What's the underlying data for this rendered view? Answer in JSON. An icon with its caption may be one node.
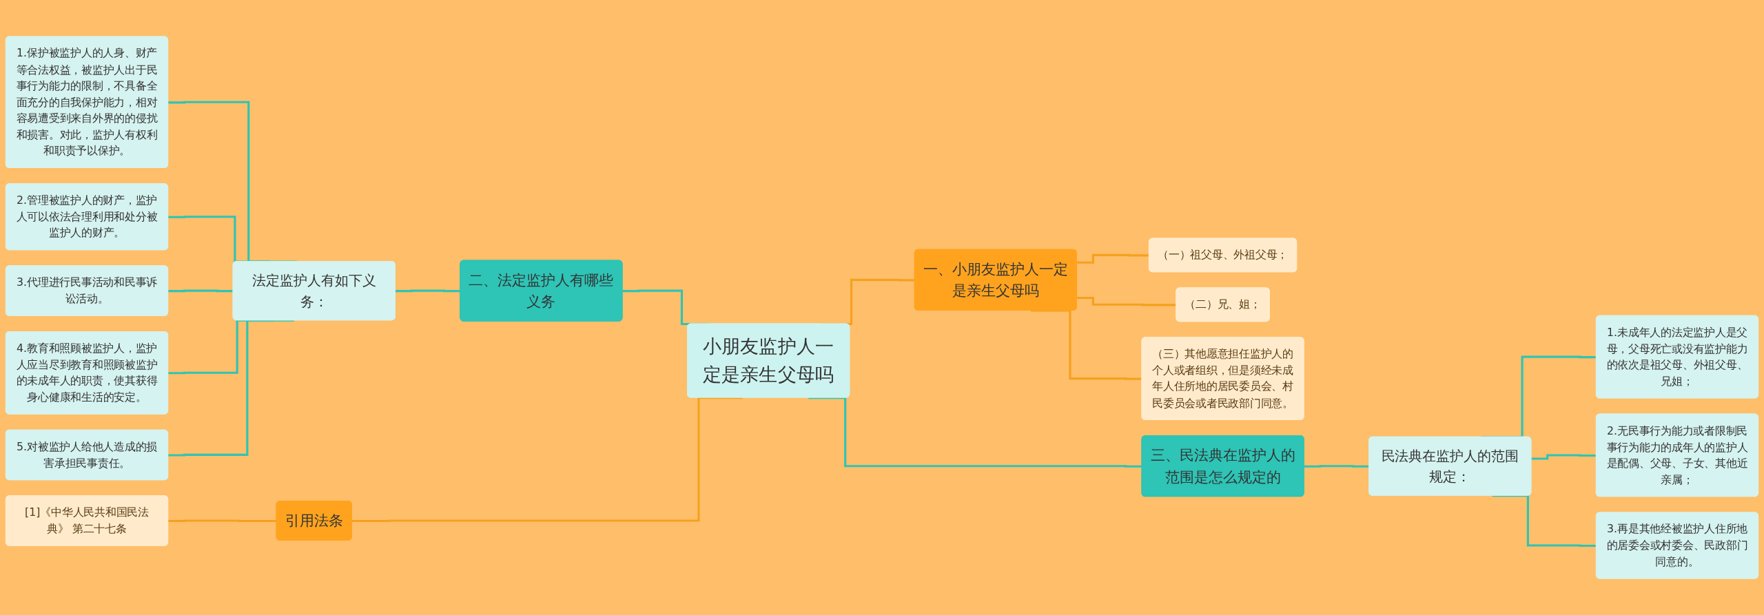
{
  "diagram": {
    "nodes": [
      {
        "text": [
          "小朋友监护人一定是亲生父母吗"
        ]
      },
      {
        "text": [
          "一、小朋友监护人一定是亲生父母吗"
        ]
      },
      {
        "text": [
          "（一）祖父母、外祖父母；"
        ]
      },
      {
        "text": [
          "（二）兄、姐；"
        ]
      },
      {
        "text": [
          "（三）其他愿意担任监护人的个人或者组织，但是须经未成年人住所地的居民委员会、村民委员会或者民政部门同意。"
        ]
      },
      {
        "text": [
          "二、法定监护人有哪些义务"
        ]
      },
      {
        "text": [
          "法定监护人有如下义务："
        ]
      },
      {
        "text": [
          "1.保护被监护人的人身、财产等合法权益，被监护人出于民事行为能力的限制，不具备全面充分的自我保护能力，相对容易遭受到来自外界的的侵扰和损害。对此，监护人有权利和职责予以保护。"
        ]
      },
      {
        "text": [
          "2.管理被监护人的财产，监护人可以依法合理利用和处分被监护人的财产。"
        ]
      },
      {
        "text": [
          "3.代理进行民事活动和民事诉讼活动。"
        ]
      },
      {
        "text": [
          "4.教育和照顾被监护人，监护人应当尽到教育和照顾被监护的未成年人的职责，使其获得身心健康和生活的安定。"
        ]
      },
      {
        "text": [
          "5.对被监护人给他人造成的损害承担民事责任。"
        ]
      },
      {
        "text": [
          "三、民法典在监护人的范围是怎么规定的"
        ]
      },
      {
        "text": [
          "民法典在监护人的范围规定："
        ]
      },
      {
        "text": [
          "1.未成年人的法定监护人是父母，父母死亡或没有监护能力的依次是祖父母、外祖父母、兄姐；"
        ]
      },
      {
        "text": [
          "2.无民事行为能力或者限制民事行为能力的成年人的监护人是配偶、父母、子女、其他近亲属；"
        ]
      },
      {
        "text": [
          "3.再是其他经被监护人住所地的居委会或村委会、民政部门同意的。"
        ]
      },
      {
        "text": [
          "引用法条"
        ]
      },
      {
        "text": [
          "[1]《中华人民共和国民法典》 第二十七条"
        ]
      }
    ],
    "edges": [
      {
        "from": 0,
        "to": 1,
        "arrow": "none",
        "color": "#f5a11f"
      },
      {
        "from": 1,
        "to": 2,
        "arrow": "none",
        "color": "#f5a11f"
      },
      {
        "from": 1,
        "to": 3,
        "arrow": "none",
        "color": "#f5a11f"
      },
      {
        "from": 1,
        "to": 4,
        "arrow": "none",
        "color": "#f5a11f"
      },
      {
        "from": 0,
        "to": 5,
        "arrow": "none"
      },
      {
        "from": 5,
        "to": 6,
        "arrow": "none"
      },
      {
        "from": 6,
        "to": 7,
        "arrow": "none"
      },
      {
        "from": 6,
        "to": 8,
        "arrow": "none"
      },
      {
        "from": 6,
        "to": 9,
        "arrow": "none"
      },
      {
        "from": 6,
        "to": 10,
        "arrow": "none"
      },
      {
        "from": 6,
        "to": 11,
        "arrow": "none"
      },
      {
        "from": 0,
        "to": 12,
        "arrow": "none"
      },
      {
        "from": 12,
        "to": 13,
        "arrow": "none"
      },
      {
        "from": 13,
        "to": 14,
        "arrow": "none"
      },
      {
        "from": 13,
        "to": 15,
        "arrow": "none"
      },
      {
        "from": 13,
        "to": 16,
        "arrow": "none"
      },
      {
        "from": 0,
        "to": 17,
        "arrow": "none",
        "color": "#f5a11f"
      },
      {
        "from": 17,
        "to": 18,
        "arrow": "none",
        "color": "#f5a11f"
      }
    ]
  }
}
